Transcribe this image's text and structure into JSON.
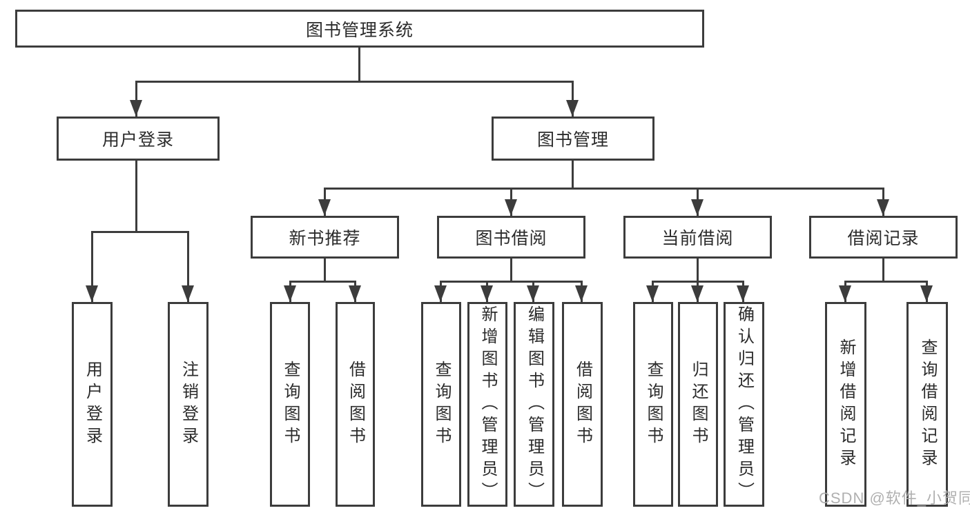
{
  "diagram": {
    "title": "图书管理系统",
    "root": {
      "label": "图书管理系统"
    },
    "level2": [
      {
        "label": "用户登录"
      },
      {
        "label": "图书管理"
      }
    ],
    "level3": [
      {
        "label": "新书推荐"
      },
      {
        "label": "图书借阅"
      },
      {
        "label": "当前借阅"
      },
      {
        "label": "借阅记录"
      }
    ],
    "leaves": [
      {
        "label": "用户登录",
        "parent": "用户登录"
      },
      {
        "label": "注销登录",
        "parent": "用户登录"
      },
      {
        "label": "查询图书",
        "parent": "新书推荐"
      },
      {
        "label": "借阅图书",
        "parent": "新书推荐"
      },
      {
        "label": "查询图书",
        "parent": "图书借阅"
      },
      {
        "label": "新增图书（管理员）",
        "parent": "图书借阅"
      },
      {
        "label": "编辑图书（管理员）",
        "parent": "图书借阅"
      },
      {
        "label": "借阅图书",
        "parent": "图书借阅"
      },
      {
        "label": "查询图书",
        "parent": "当前借阅"
      },
      {
        "label": "归还图书",
        "parent": "当前借阅"
      },
      {
        "label": "确认归还（管理员）",
        "parent": "当前借阅"
      },
      {
        "label": "新增借阅记录",
        "parent": "借阅记录"
      },
      {
        "label": "查询借阅记录",
        "parent": "借阅记录"
      }
    ]
  },
  "watermark": {
    "text": "CSDN @软件_小贺同学"
  },
  "colors": {
    "line": "#3c3c3c",
    "text": "#2b2b2b",
    "background": "#ffffff",
    "watermark": "#acacac"
  }
}
